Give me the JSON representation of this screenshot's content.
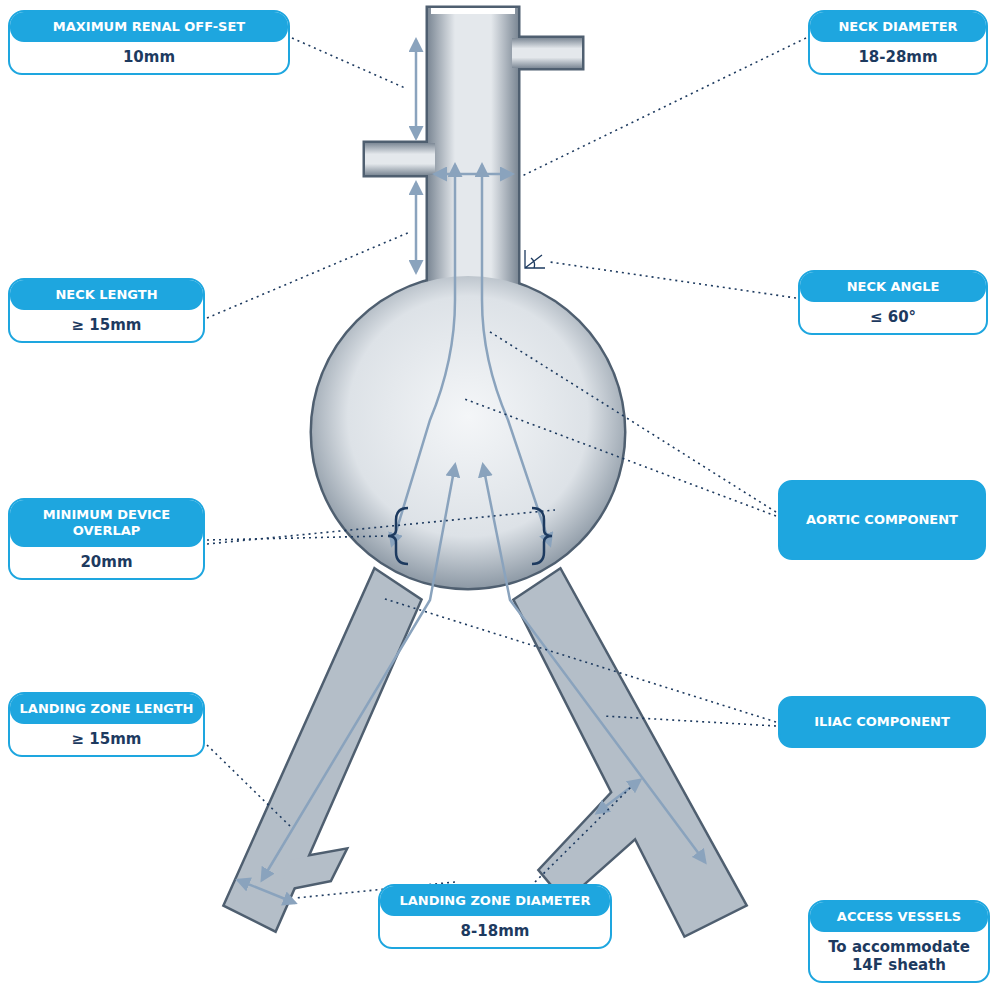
{
  "diagram": {
    "nodes": [
      {
        "text": [
          "MAXIMUM RENAL OFF-SET",
          "10mm"
        ]
      },
      {
        "text": [
          "NECK DIAMETER",
          "18-28mm"
        ]
      },
      {
        "text": [
          "NECK LENGTH",
          "≥ 15mm"
        ]
      },
      {
        "text": [
          "NECK ANGLE",
          "≤ 60°"
        ]
      },
      {
        "text": [
          "MINIMUM DEVICE OVERLAP",
          "20mm"
        ]
      },
      {
        "text": [
          "AORTIC COMPONENT"
        ]
      },
      {
        "text": [
          "LANDING ZONE LENGTH",
          "≥ 15mm"
        ]
      },
      {
        "text": [
          "ILIAC COMPONENT"
        ]
      },
      {
        "text": [
          "LANDING ZONE DIAMETER",
          "8-18mm"
        ]
      },
      {
        "text": [
          "ACCESS VESSELS",
          "To accommodate 14F sheath"
        ]
      }
    ],
    "edges": []
  }
}
